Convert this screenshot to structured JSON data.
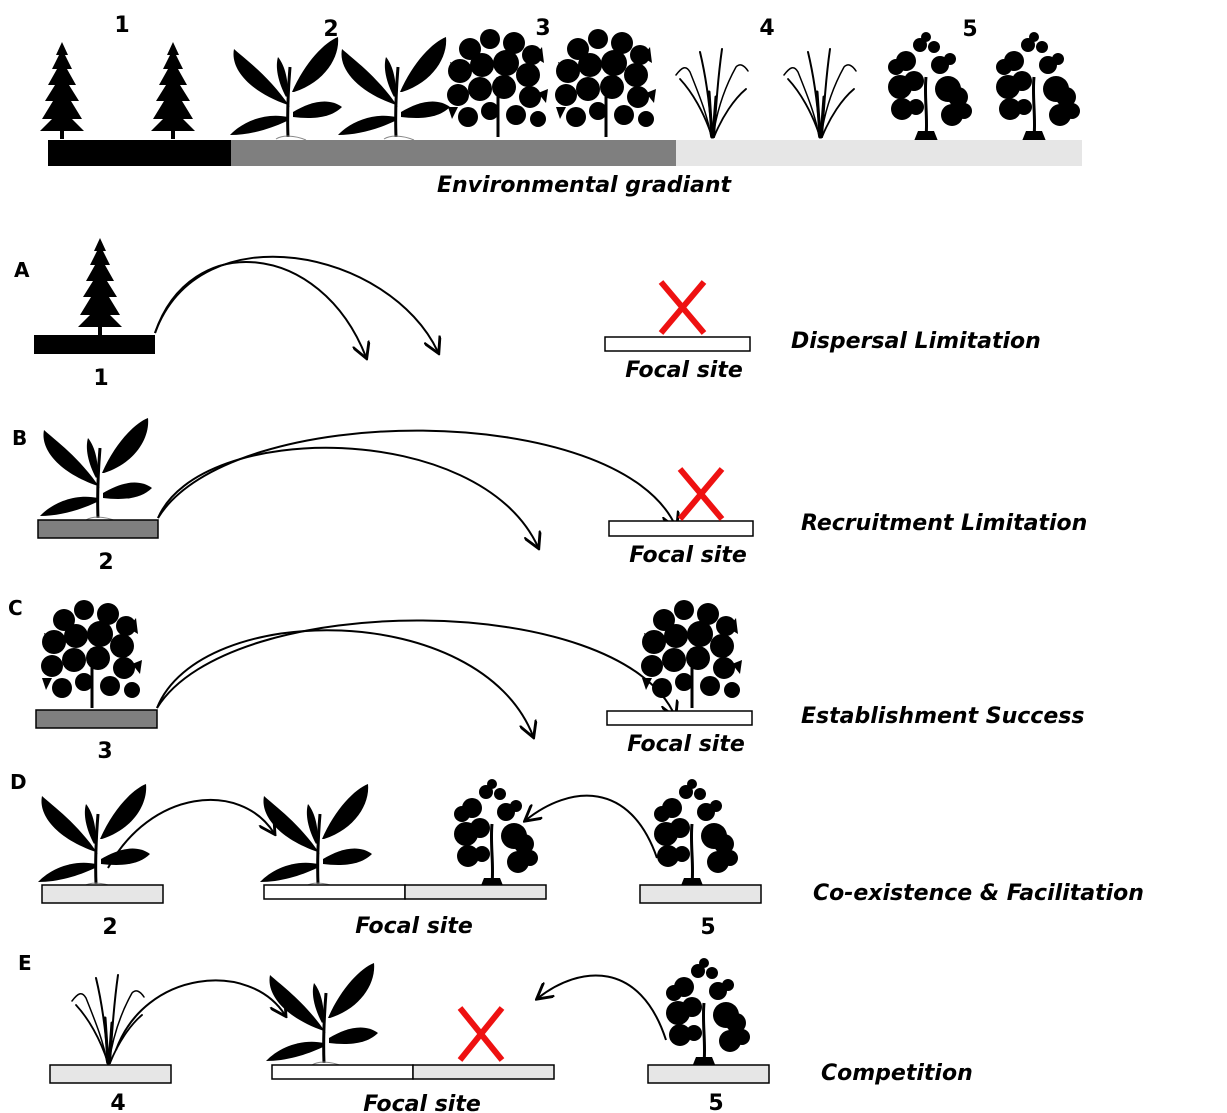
{
  "gradient": {
    "numbers": [
      "1",
      "2",
      "3",
      "4",
      "5"
    ],
    "label": "Environmental gradiant",
    "colors": {
      "dark": "#000000",
      "mid": "#7f7f7f",
      "light": "#e6e6e6"
    }
  },
  "panels": {
    "a": {
      "letter": "A",
      "source_num": "1",
      "focal": "Focal site",
      "title": "Dispersal Limitation"
    },
    "b": {
      "letter": "B",
      "source_num": "2",
      "focal": "Focal site",
      "title": "Recruitment Limitation"
    },
    "c": {
      "letter": "C",
      "source_num": "3",
      "focal": "Focal site",
      "title": "Establishment Success"
    },
    "d": {
      "letter": "D",
      "left_num": "2",
      "right_num": "5",
      "focal": "Focal site",
      "title": "Co-existence & Facilitation"
    },
    "e": {
      "letter": "E",
      "left_num": "4",
      "right_num": "5",
      "focal": "Focal site",
      "title": "Competition"
    }
  },
  "colors": {
    "cross": "#ee1111",
    "plant": "#000000",
    "platform_light": "#e6e6e6",
    "platform_mid": "#7f7f7f"
  }
}
